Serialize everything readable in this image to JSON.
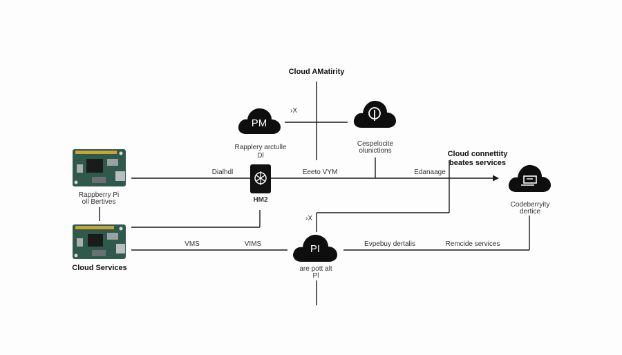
{
  "diagram": {
    "title": "Cloud AMatirity",
    "colors": {
      "line": "#1a1a1a",
      "cloud": "#0e0e0e",
      "board_green": "#2f5a4b"
    },
    "nodes": {
      "cloud_pm": {
        "label": "PM",
        "caption_line1": "Rapplery arctulle",
        "caption_line2": "Dl",
        "icon": "cloud-icon"
      },
      "cloud_top_right": {
        "icon": "cloud-lock-icon",
        "caption_line1": "Cespelocite",
        "caption_line2": "olunictions"
      },
      "cloud_right": {
        "icon": "cloud-screen-icon",
        "caption_line1": "Codeberryity",
        "caption_line2": "dertice"
      },
      "cloud_pi": {
        "label": "PI",
        "caption_line1": "are pott alt",
        "caption_line2": "Pl"
      },
      "chip": {
        "label": "HM2",
        "icon": "chip-icon"
      },
      "board_top": {
        "caption_line1": "Rappberry Pi",
        "caption_line2": "oll Bertives",
        "icon": "raspberry-pi-board-icon"
      },
      "board_bottom": {
        "caption": "Cloud Services",
        "icon": "raspberry-pi-board-icon"
      }
    },
    "edge_labels": {
      "dialhdl": "Dialhdl",
      "eeeto": "Eeeto VYM",
      "edanaage": "Edanaage",
      "top_x": "›X",
      "mid_x": "›X",
      "vms1": "VMS",
      "vms2": "VIMS",
      "evpebuy": "Evpebuy dertalis",
      "remcide": "Remcide services"
    },
    "side_note": {
      "line1": "Cloud connettity",
      "line2": "beates services"
    }
  }
}
